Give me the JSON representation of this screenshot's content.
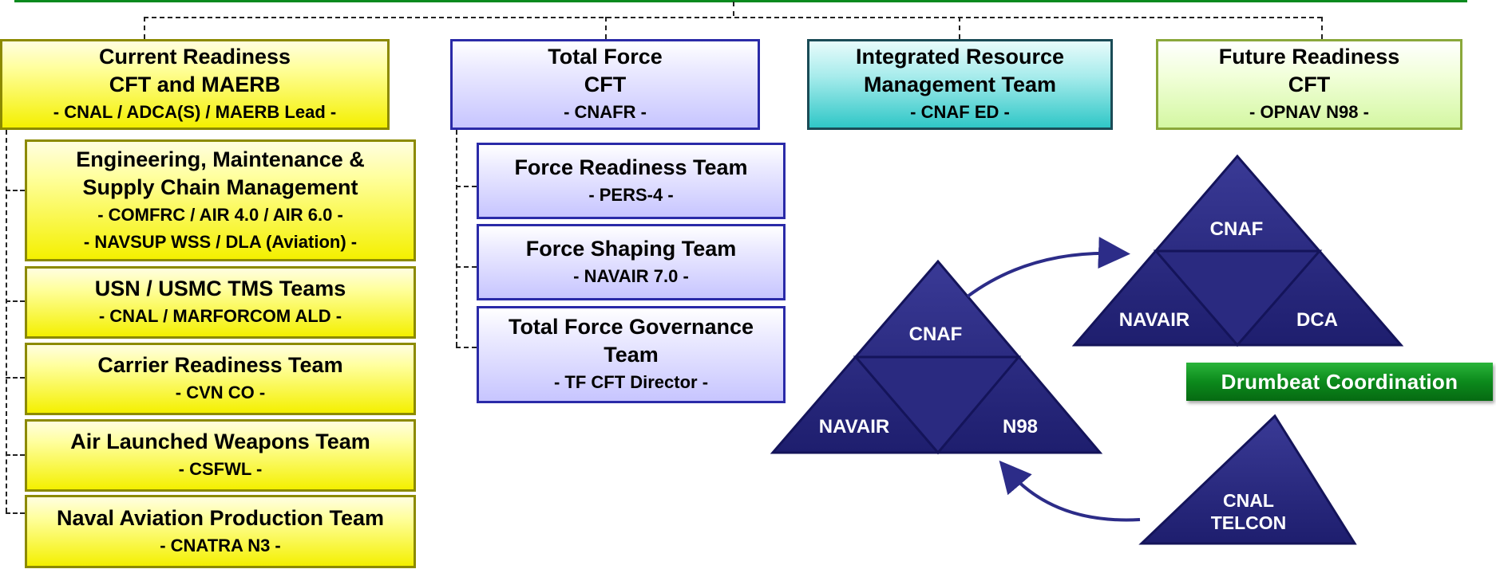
{
  "columns": [
    {
      "title": "Current Readiness",
      "line2": "CFT and MAERB",
      "lead": "- CNAL / ADCA(S) / MAERB Lead -"
    },
    {
      "title": "Total Force",
      "line2": "CFT",
      "lead": "- CNAFR -"
    },
    {
      "title": "Integrated Resource",
      "line2": "Management Team",
      "lead": "- CNAF ED -"
    },
    {
      "title": "Future Readiness",
      "line2": "CFT",
      "lead": "- OPNAV N98 -"
    }
  ],
  "current_readiness_teams": [
    {
      "line1": "Engineering, Maintenance &",
      "line2": "Supply Chain Management",
      "lead1": "- COMFRC / AIR 4.0 / AIR 6.0 -",
      "lead2": "- NAVSUP WSS / DLA (Aviation) -"
    },
    {
      "name": "USN / USMC TMS Teams",
      "lead": "- CNAL / MARFORCOM ALD -"
    },
    {
      "name": "Carrier Readiness Team",
      "lead": "- CVN CO -"
    },
    {
      "name": "Air Launched Weapons Team",
      "lead": "- CSFWL -"
    },
    {
      "name": "Naval Aviation Production Team",
      "lead": "- CNATRA N3 -"
    }
  ],
  "total_force_teams": [
    {
      "name": "Force Readiness Team",
      "lead": "- PERS-4 -"
    },
    {
      "name": "Force Shaping Team",
      "lead": "- NAVAIR 7.0 -"
    },
    {
      "line1": "Total Force Governance",
      "line2": "Team",
      "lead": "- TF CFT Director -"
    }
  ],
  "triangles": {
    "left": {
      "top": "CNAF",
      "bottom_left": "NAVAIR",
      "bottom_right": "N98"
    },
    "right": {
      "top": "CNAF",
      "bottom_left": "NAVAIR",
      "bottom_right": "DCA"
    },
    "telcon": {
      "line1": "CNAL",
      "line2": "TELCON"
    }
  },
  "badge": "Drumbeat Coordination",
  "colors": {
    "top_rule": "#0a8a1e",
    "triangle": "#24247a",
    "triangle_light": "#3a3a96",
    "yellow_box": "#f4f000",
    "lavender_box": "#c7c5ff",
    "teal_box": "#2fc7c7",
    "green_box": "#d4f7a2",
    "badge": "#0c8a1c"
  }
}
